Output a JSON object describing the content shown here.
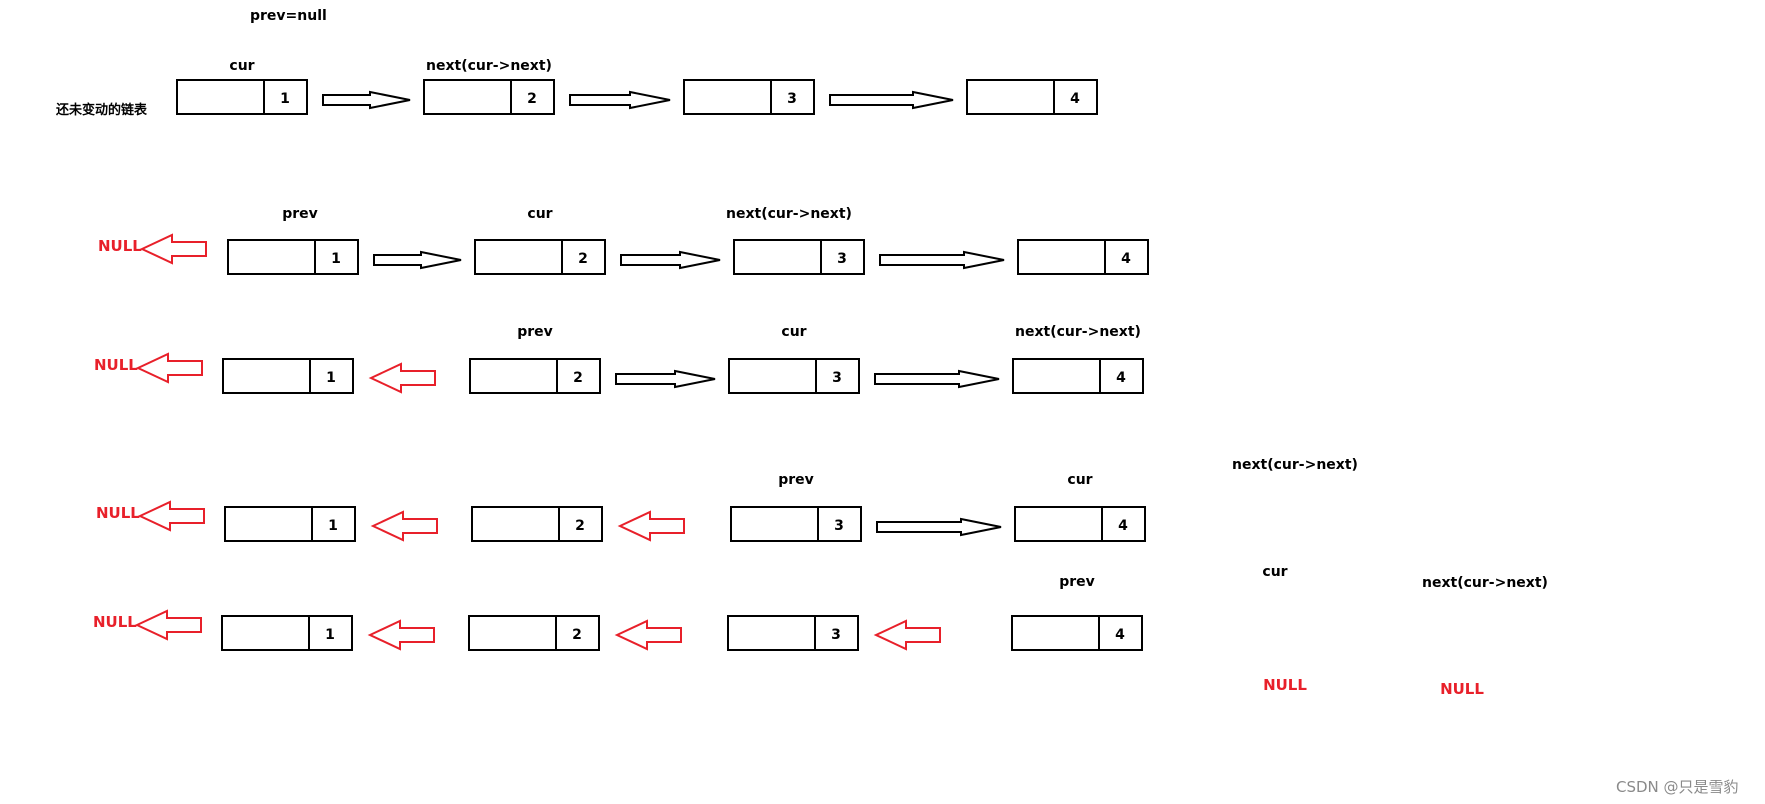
{
  "title_label": "prev=null",
  "row0_caption": "还未变动的链表",
  "watermark": "CSDN @只是雪豹",
  "colors": {
    "black": "#000000",
    "red": "#e8202a",
    "grey": "#8a8a8a"
  },
  "nodes": [
    "1",
    "2",
    "3",
    "4"
  ],
  "rows": [
    {
      "labels": [
        {
          "text": "cur",
          "slot": "node0"
        },
        {
          "text": "next(cur->next)",
          "slot": "node1"
        }
      ],
      "links": [
        "right",
        "right",
        "right"
      ],
      "null_left": null
    },
    {
      "labels": [
        {
          "text": "prev",
          "slot": "node0"
        },
        {
          "text": "cur",
          "slot": "node1"
        },
        {
          "text": "next(cur->next)",
          "slot": "node2"
        }
      ],
      "links": [
        "right",
        "right",
        "right"
      ],
      "null_left": "NULL"
    },
    {
      "labels": [
        {
          "text": "prev",
          "slot": "node1"
        },
        {
          "text": "cur",
          "slot": "node2"
        },
        {
          "text": "next(cur->next)",
          "slot": "node3"
        }
      ],
      "links": [
        "left",
        "right",
        "right"
      ],
      "null_left": "NULL"
    },
    {
      "labels": [
        {
          "text": "prev",
          "slot": "node2"
        },
        {
          "text": "cur",
          "slot": "node3"
        },
        {
          "text": "next(cur->next)",
          "slot": "after"
        }
      ],
      "links": [
        "left",
        "left",
        "right"
      ],
      "null_left": "NULL"
    },
    {
      "labels": [
        {
          "text": "prev",
          "slot": "node3"
        },
        {
          "text": "cur",
          "slot": "after"
        },
        {
          "text": "next(cur->next)",
          "slot": "after2"
        }
      ],
      "links": [
        "left",
        "left",
        "left"
      ],
      "null_left": "NULL",
      "null_right": [
        "NULL",
        "NULL"
      ]
    }
  ]
}
